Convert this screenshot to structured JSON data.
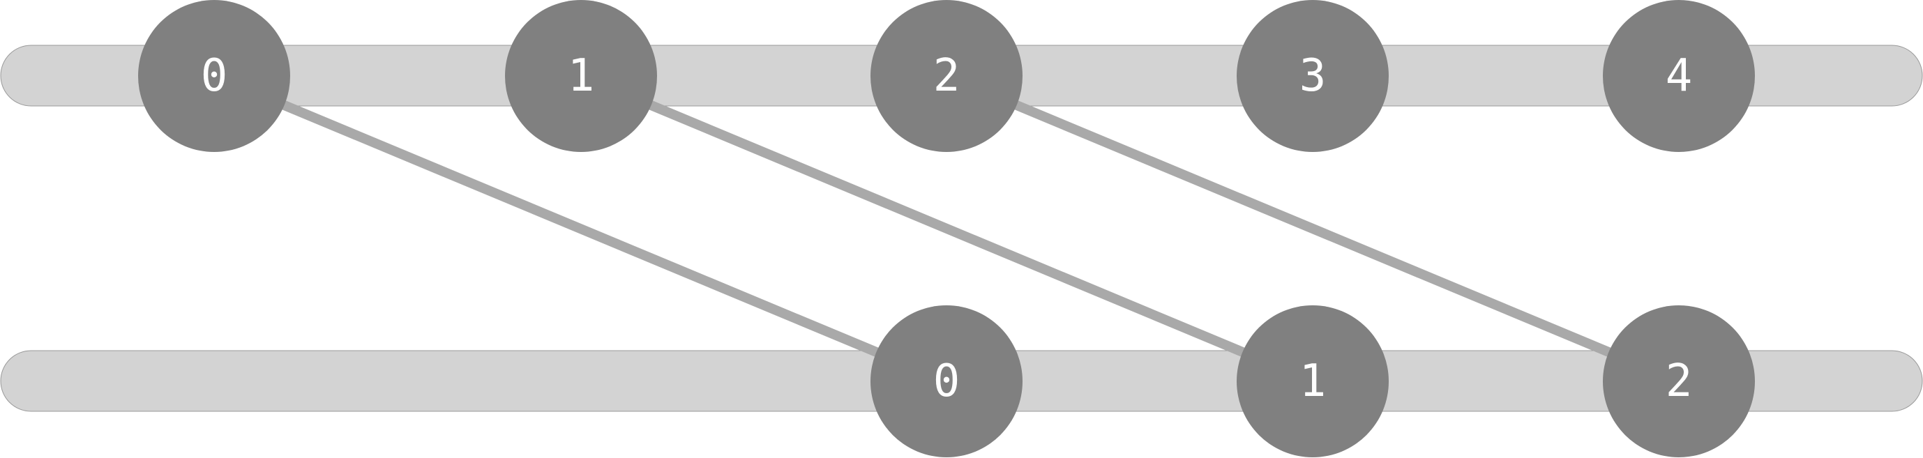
{
  "top_row": {
    "nodes": [
      {
        "label": "0"
      },
      {
        "label": "1"
      },
      {
        "label": "2"
      },
      {
        "label": "3"
      },
      {
        "label": "4"
      }
    ]
  },
  "bottom_row": {
    "nodes": [
      {
        "label": "0"
      },
      {
        "label": "1"
      },
      {
        "label": "2"
      }
    ]
  },
  "connections": [
    {
      "from_top": "0",
      "to_bottom": "0"
    },
    {
      "from_top": "1",
      "to_bottom": "1"
    },
    {
      "from_top": "2",
      "to_bottom": "2"
    }
  ],
  "colors": {
    "track_fill": "#d3d3d3",
    "node_fill": "#808080",
    "connector": "#a9a9a9",
    "label": "#ffffff"
  }
}
